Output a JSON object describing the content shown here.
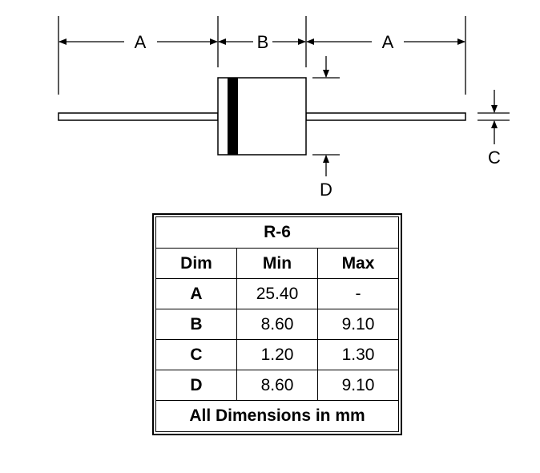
{
  "drawing": {
    "labels": {
      "a_left": "A",
      "b": "B",
      "a_right": "A",
      "c": "C",
      "d": "D"
    }
  },
  "table": {
    "title": "R-6",
    "headers": [
      "Dim",
      "Min",
      "Max"
    ],
    "rows": [
      {
        "dim": "A",
        "min": "25.40",
        "max": "-"
      },
      {
        "dim": "B",
        "min": "8.60",
        "max": "9.10"
      },
      {
        "dim": "C",
        "min": "1.20",
        "max": "1.30"
      },
      {
        "dim": "D",
        "min": "8.60",
        "max": "9.10"
      }
    ],
    "footer": "All Dimensions in mm"
  }
}
